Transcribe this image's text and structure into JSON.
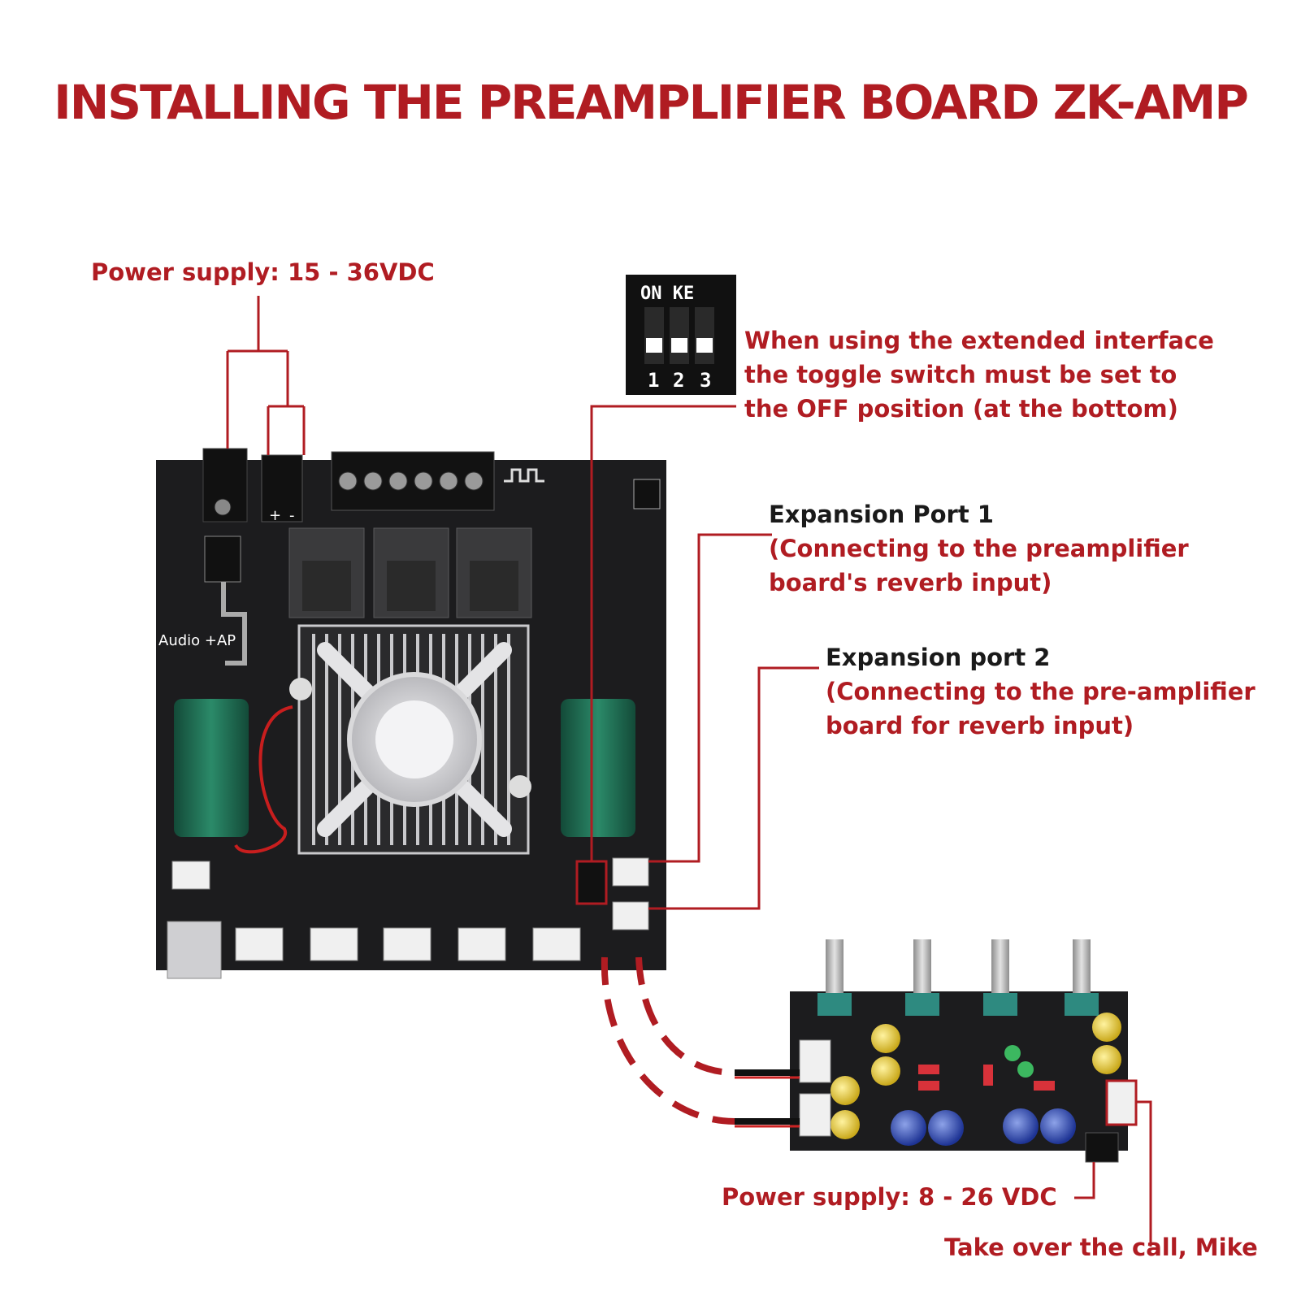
{
  "title": "INSTALLING THE PREAMPLIFIER BOARD ZK-AMP",
  "labels": {
    "power_main": "Power supply: 15 - 36VDC",
    "toggle_note": [
      "When using the extended interface",
      "the toggle switch must be set to",
      "the OFF position (at the bottom)"
    ],
    "expansion1_title": "Expansion Port 1",
    "expansion1_desc": [
      "(Connecting to the preamplifier",
      "board's reverb input)"
    ],
    "expansion2_title": "Expansion port 2",
    "expansion2_desc": [
      "(Connecting to the pre-amplifier",
      "board for reverb input)"
    ],
    "power_pre": "Power supply: 8 - 26 VDC",
    "mic": "Take over the call, Mike"
  },
  "dip_switch": {
    "header": "ON KE",
    "numbers": [
      "1",
      "2",
      "3"
    ]
  },
  "board_silkscreen": {
    "audio_label": "Audio +AP",
    "plus": "+",
    "minus": "-"
  },
  "colors": {
    "accent": "#b01c22",
    "board": "#1c1c1e",
    "capacitor_green": "#1f6b52",
    "heatsink": "#c9c9cc"
  }
}
